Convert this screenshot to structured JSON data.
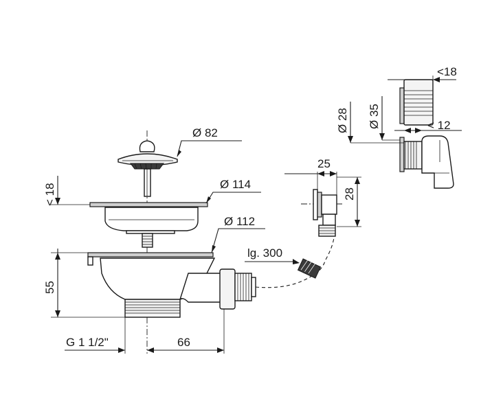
{
  "dimensions": {
    "strainer_diameter": "Ø 82",
    "basket_diameter": "Ø 114",
    "body_diameter": "Ø 112",
    "flange_height": "< 18",
    "body_height": "55",
    "thread": "G 1 1/2\"",
    "outlet_offset": "66",
    "cable_length": "lg. 300",
    "valve_width": "25",
    "valve_height": "28",
    "knob_diameter_inner": "Ø 28",
    "knob_diameter_outer": "Ø 35",
    "knob_depth_top": "<18",
    "knob_depth_lower": "< 12"
  },
  "colors": {
    "line": "#1a1a1a",
    "part_fill": "#f4f4f4",
    "shade": "#cfcfcf"
  }
}
